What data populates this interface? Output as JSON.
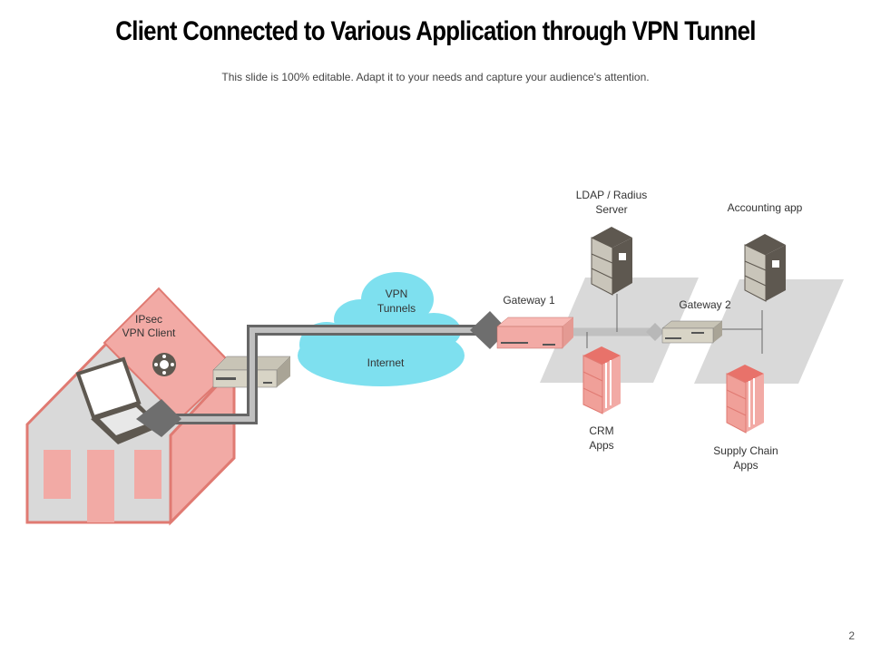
{
  "slide": {
    "title": "Client Connected to Various Application through VPN Tunnel",
    "subtitle": "This slide is 100% editable. Adapt it to your needs and capture your audience's attention.",
    "page_number": "2"
  },
  "diagram": {
    "client": {
      "line1": "IPsec",
      "line2": "VPN Client"
    },
    "cloud": {
      "line1": "VPN",
      "line2": "Tunnels",
      "internet": "Internet"
    },
    "gateway1": "Gateway 1",
    "gateway2": "Gateway 2",
    "ldap": {
      "line1": "LDAP / Radius",
      "line2": "Server"
    },
    "accounting": "Accounting app",
    "crm": {
      "line1": "CRM",
      "line2": "Apps"
    },
    "supply": {
      "line1": "Supply Chain",
      "line2": "Apps"
    }
  },
  "colors": {
    "salmon": "#f2aaa5",
    "salmon_border": "#e07a72",
    "cloud": "#7ee0ef",
    "tunnel": "#a8a8a8",
    "dark": "#5e5850"
  }
}
